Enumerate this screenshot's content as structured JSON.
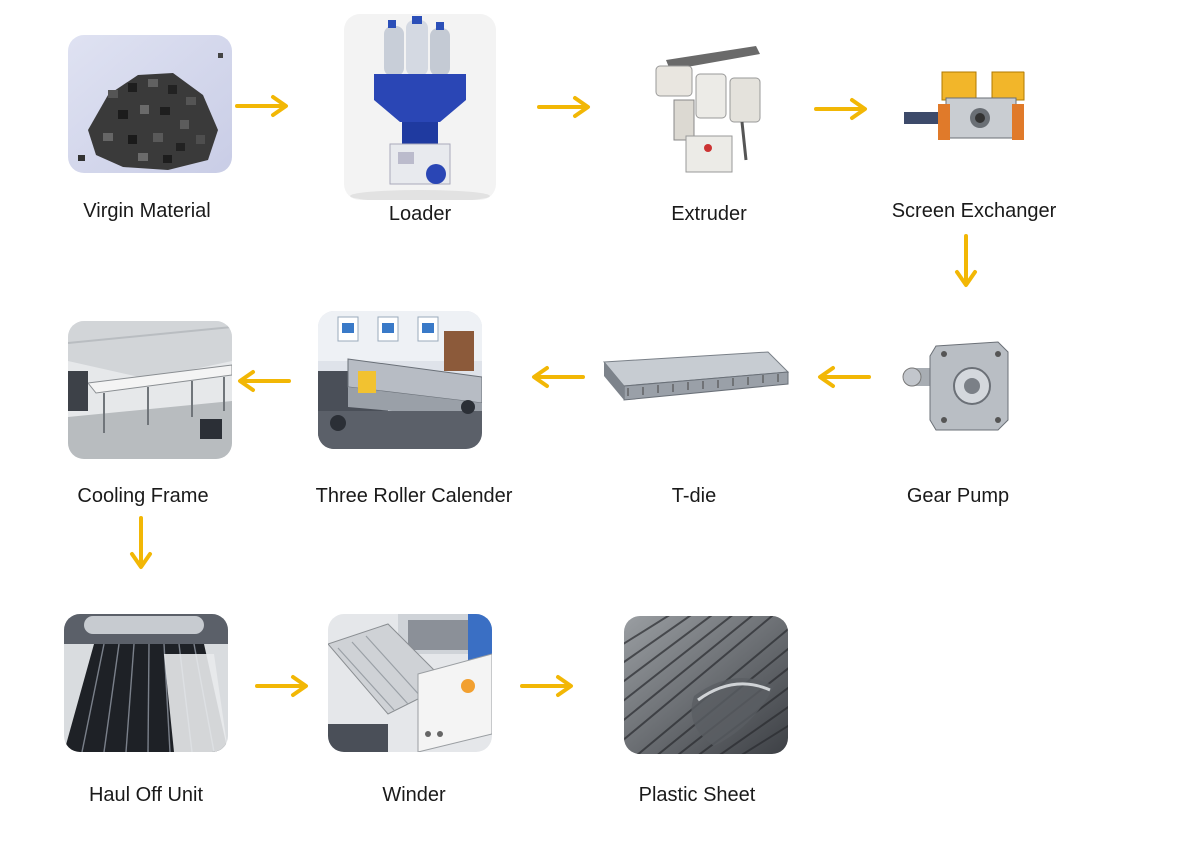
{
  "steps": [
    {
      "label": "Virgin Material",
      "icon": "pellets-icon"
    },
    {
      "label": "Loader",
      "icon": "loader-machine-icon"
    },
    {
      "label": "Extruder",
      "icon": "extruder-machine-icon"
    },
    {
      "label": "Screen Exchanger",
      "icon": "screen-exchanger-icon"
    },
    {
      "label": "Gear Pump",
      "icon": "gear-pump-icon"
    },
    {
      "label": "T-die",
      "icon": "t-die-icon"
    },
    {
      "label": "Three Roller Calender",
      "icon": "calender-machine-icon"
    },
    {
      "label": "Cooling Frame",
      "icon": "cooling-frame-icon"
    },
    {
      "label": "Haul Off Unit",
      "icon": "haul-off-unit-icon"
    },
    {
      "label": "Winder",
      "icon": "winder-machine-icon"
    },
    {
      "label": "Plastic Sheet",
      "icon": "plastic-sheet-icon"
    }
  ],
  "colors": {
    "arrow": "#f2b705",
    "label": "#1a1a1a",
    "background": "#ffffff"
  }
}
